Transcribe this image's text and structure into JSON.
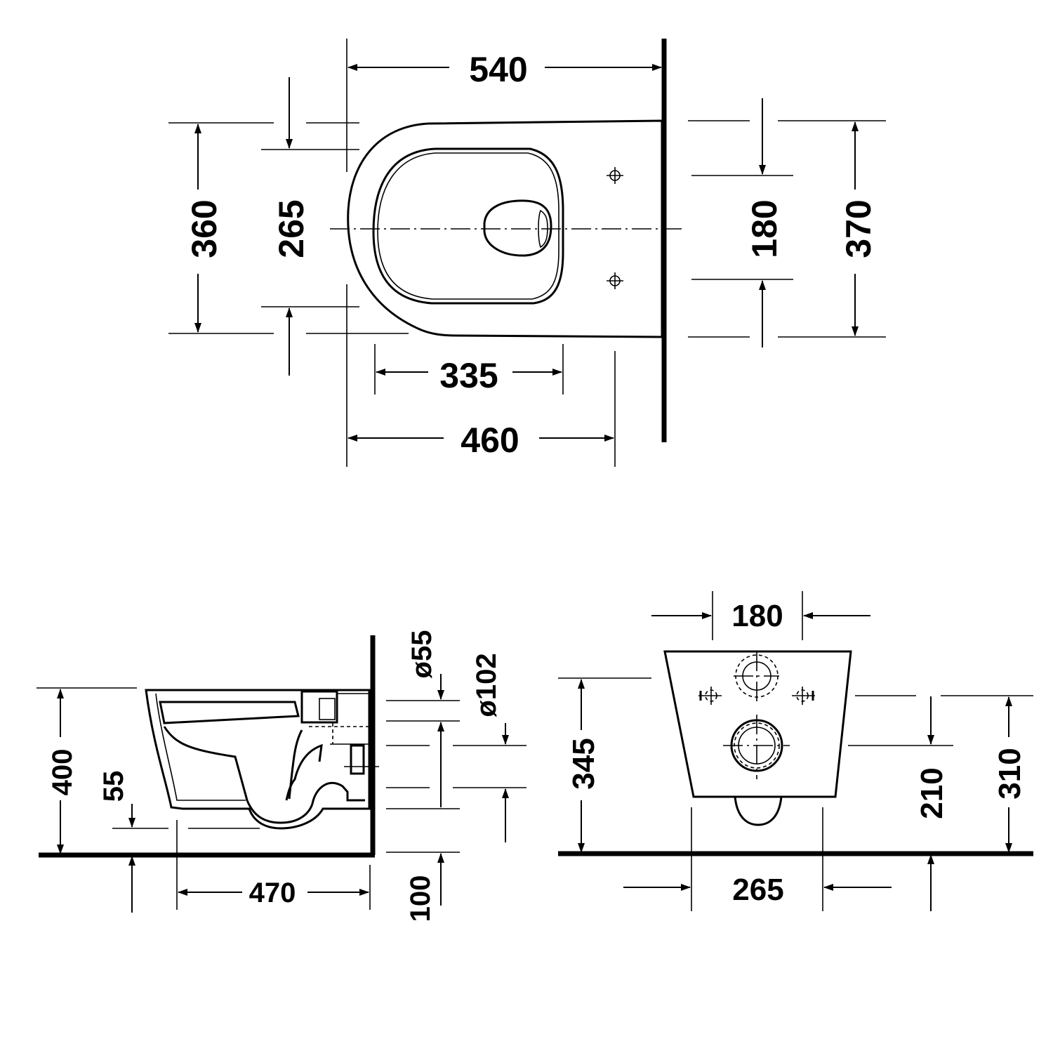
{
  "top_view": {
    "dims": {
      "length_total": "540",
      "width_outer": "360",
      "width_inner": "265",
      "fix_spacing": "180",
      "width_back": "370",
      "bowl_length": "335",
      "fix_distance": "460"
    }
  },
  "side_view": {
    "dims": {
      "height": "400",
      "rim_offset": "55",
      "depth": "470",
      "floor_offset": "100",
      "inlet_diameter": "ø55",
      "outlet_diameter": "ø102"
    }
  },
  "back_view": {
    "dims": {
      "top_width": "180",
      "bottom_width": "265",
      "height_left": "345",
      "outlet_height": "210",
      "fix_height": "310"
    }
  }
}
